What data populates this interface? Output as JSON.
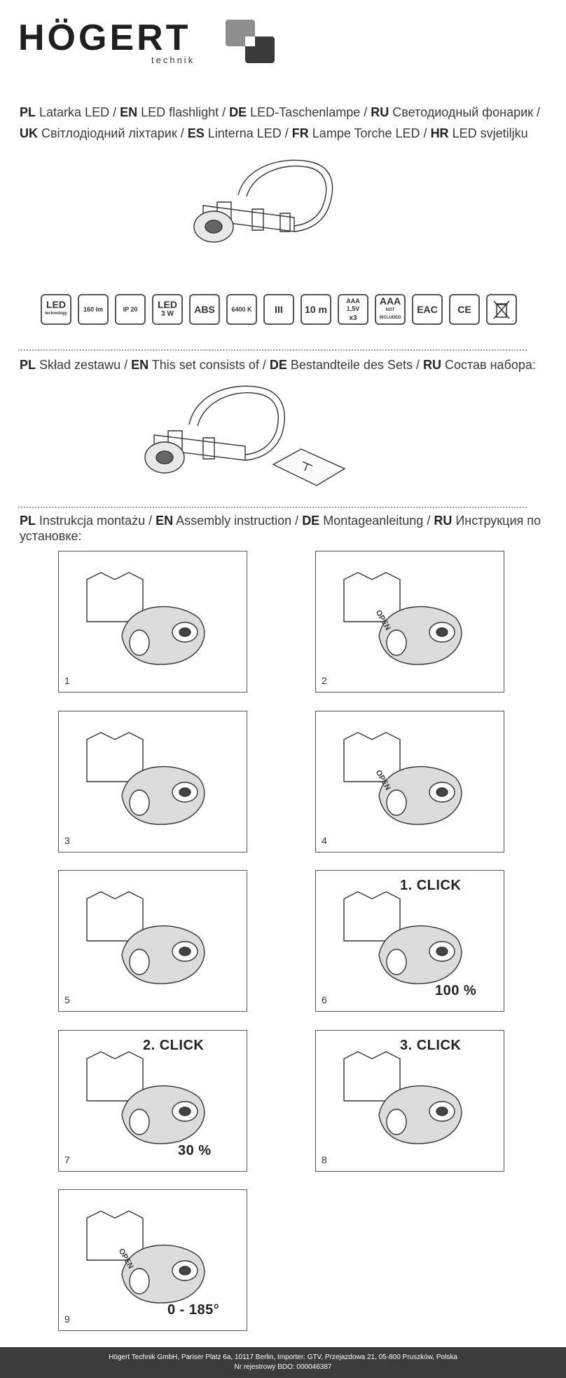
{
  "brand": {
    "name": "HÖGERT",
    "sub": "technik"
  },
  "title": {
    "line1": [
      {
        "code": "PL",
        "text": " Latarka LED / "
      },
      {
        "code": "EN",
        "text": " LED flashlight / "
      },
      {
        "code": "DE",
        "text": " LED-Taschenlampe / "
      },
      {
        "code": "RU",
        "text": " Светодиодный фонарик /"
      }
    ],
    "line2": [
      {
        "code": "UK",
        "text": " Світлодіодний ліхтарик / "
      },
      {
        "code": "ES",
        "text": " Linterna LED / "
      },
      {
        "code": "FR",
        "text": " Lampe Torche LED / "
      },
      {
        "code": "HR",
        "text": " LED svjetiljku"
      }
    ]
  },
  "spec_icons": [
    {
      "name": "led-technology-icon",
      "top": "LED",
      "bottom": "technology"
    },
    {
      "name": "lumen-icon",
      "top": "160 lm",
      "bottom": ""
    },
    {
      "name": "ip-rating-icon",
      "top": "IP 20",
      "bottom": ""
    },
    {
      "name": "led-power-icon",
      "top": "LED",
      "bottom": "3 W"
    },
    {
      "name": "abs-material-icon",
      "top": "ABS",
      "bottom": ""
    },
    {
      "name": "color-temperature-icon",
      "top": "6400 K",
      "bottom": ""
    },
    {
      "name": "protection-class-iii-icon",
      "top": "III",
      "bottom": ""
    },
    {
      "name": "range-icon",
      "top": "10 m",
      "bottom": ""
    },
    {
      "name": "battery-icon",
      "top": "AAA 1,5V",
      "bottom": "x3"
    },
    {
      "name": "battery-not-included-icon",
      "top": "AAA",
      "bottom": "NOT INCLUDED"
    },
    {
      "name": "eac-mark-icon",
      "top": "EAC",
      "bottom": ""
    },
    {
      "name": "ce-mark-icon",
      "top": "CE",
      "bottom": ""
    },
    {
      "name": "weee-bin-icon",
      "top": "",
      "bottom": ""
    }
  ],
  "set_heading": [
    {
      "code": "PL",
      "text": " Skład zestawu / "
    },
    {
      "code": "EN",
      "text": " This set consists of / "
    },
    {
      "code": "DE",
      "text": " Bestandteile des Sets / "
    },
    {
      "code": "RU",
      "text": " Состав набора:"
    }
  ],
  "assembly_heading": {
    "line1": [
      {
        "code": "PL",
        "text": " Instrukcja montażu / "
      },
      {
        "code": "EN",
        "text": " Assembly instruction / "
      },
      {
        "code": "DE",
        "text": " Montageanleitung / "
      },
      {
        "code": "RU",
        "text": " Инструкция по"
      }
    ],
    "line2": "установке:"
  },
  "steps": [
    {
      "num": "1",
      "caption": ""
    },
    {
      "num": "2",
      "caption": "OPEN"
    },
    {
      "num": "3",
      "caption": ""
    },
    {
      "num": "4",
      "caption": "OPEN"
    },
    {
      "num": "5",
      "caption": ""
    },
    {
      "num": "6",
      "caption": "1. CLICK",
      "value": "100 %"
    },
    {
      "num": "7",
      "caption": "2. CLICK",
      "value": "30 %"
    },
    {
      "num": "8",
      "caption": "3. CLICK",
      "value": ""
    },
    {
      "num": "9",
      "caption": "OPEN",
      "value": "0 - 185°"
    }
  ],
  "footer": {
    "line1": "Högert Technik GmbH, Pariser Platz 6a, 10117 Berlin, Importer: GTV, Przejazdowa 21, 05-800 Pruszków, Polska",
    "line2": "Nr rejestrowy BDO: 000046387"
  }
}
